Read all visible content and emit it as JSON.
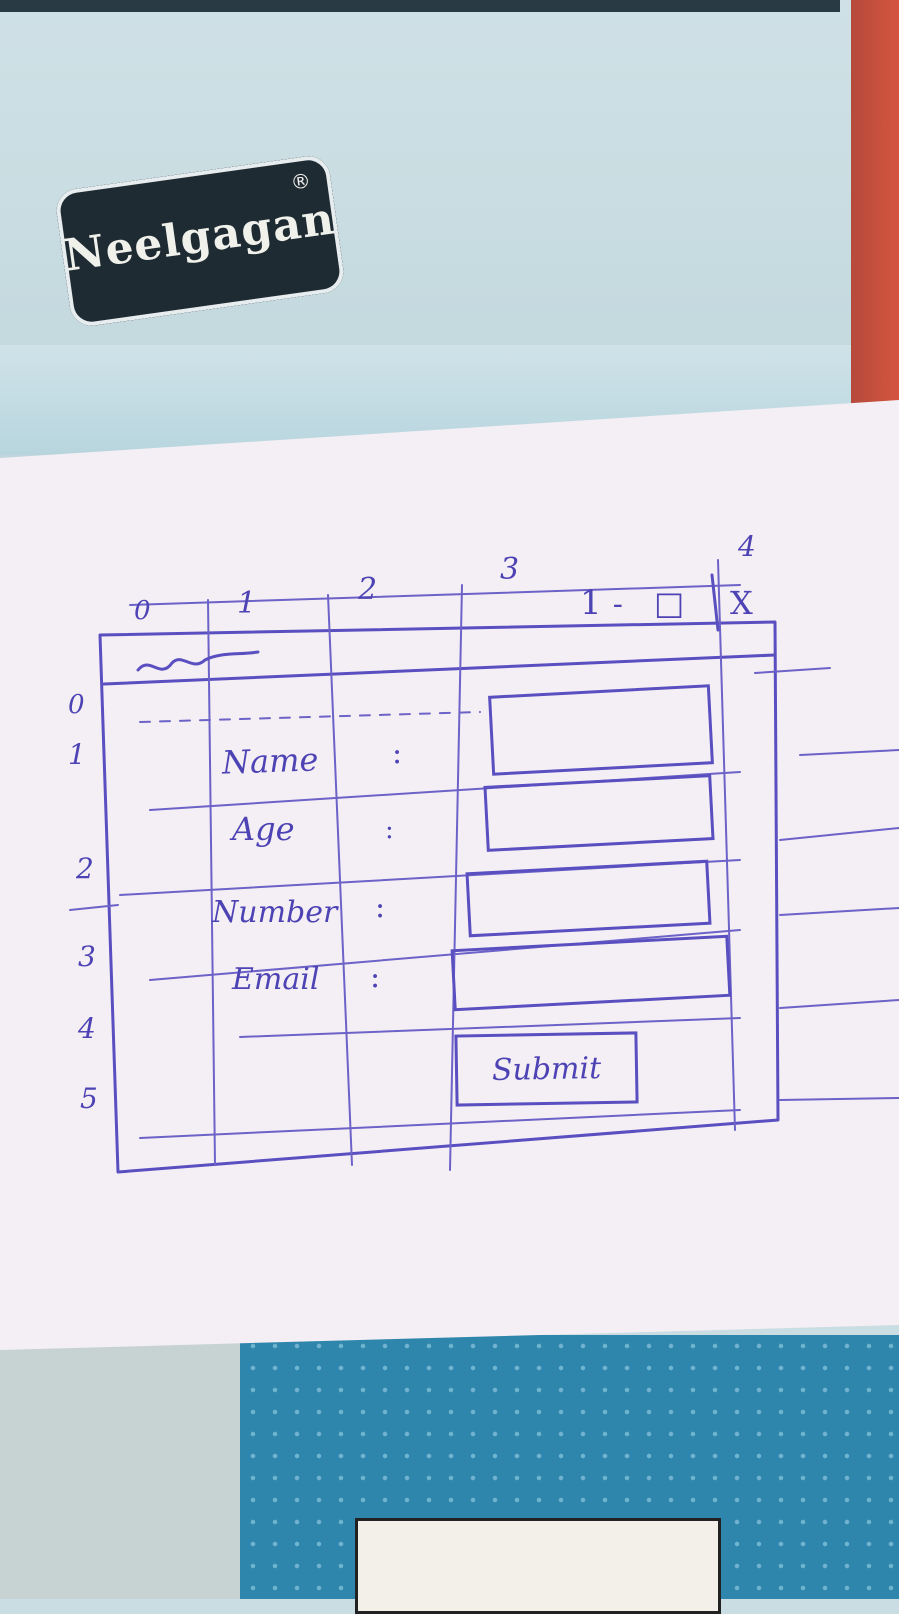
{
  "brand": {
    "name": "Neelgagan",
    "registered_mark": "®"
  },
  "window": {
    "column_numbers": [
      "0",
      "1",
      "2",
      "3",
      "4"
    ],
    "row_numbers": [
      "0",
      "1",
      "2",
      "3",
      "4",
      "5"
    ],
    "title_scribble": "~~",
    "window_controls": {
      "minimize": "1",
      "restore": "-",
      "maximize": "□",
      "close": "X"
    }
  },
  "form": {
    "fields": [
      {
        "label": "Name",
        "separator": ":"
      },
      {
        "label": "Age",
        "separator": ":"
      },
      {
        "label": "Number",
        "separator": ":"
      },
      {
        "label": "Email",
        "separator": ":"
      }
    ],
    "submit_label": "Submit"
  }
}
